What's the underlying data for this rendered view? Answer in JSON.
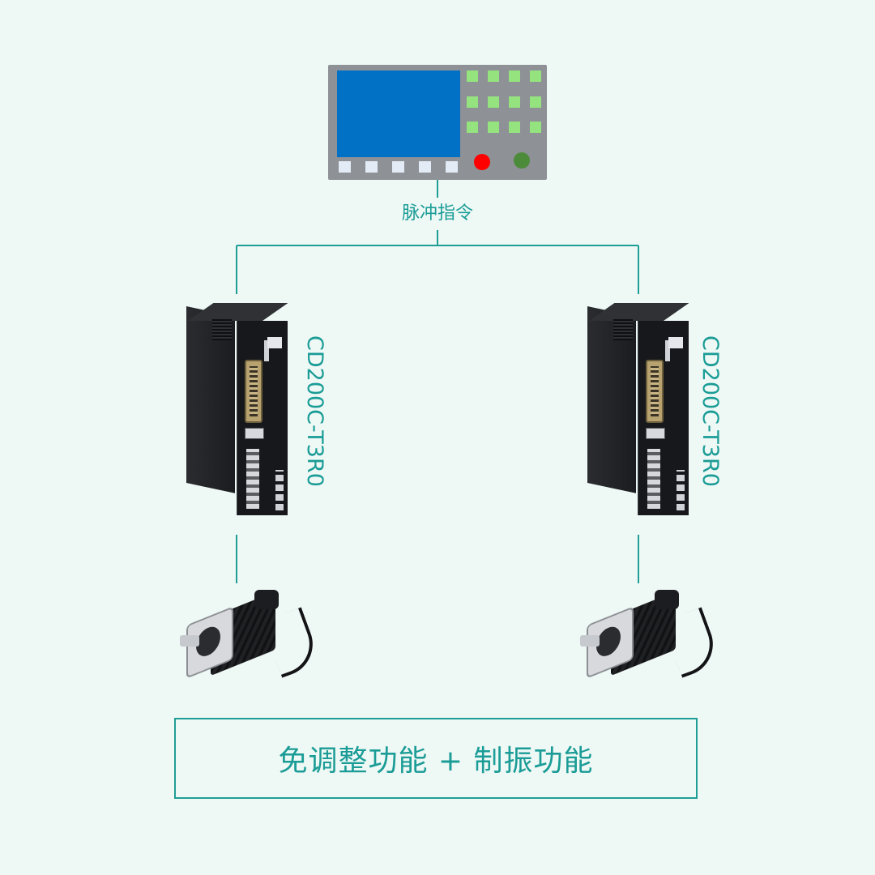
{
  "pulse_command": "脉冲指令",
  "drivers": [
    {
      "model": "CD200C-T3R0"
    },
    {
      "model": "CD200C-T3R0"
    }
  ],
  "feature_text": "免调整功能 + 制振功能",
  "colors": {
    "accent": "#1f9e96",
    "background": "#eef8f5",
    "controller_body": "#8e9196",
    "controller_screen": "#0071c5",
    "controller_keys": "#94e37f",
    "stop_button": "#ff0000",
    "start_button": "#4c8b3a"
  },
  "icons": {
    "controller": "plc-controller-icon",
    "driver": "servo-driver-icon",
    "motor": "servo-motor-icon"
  }
}
